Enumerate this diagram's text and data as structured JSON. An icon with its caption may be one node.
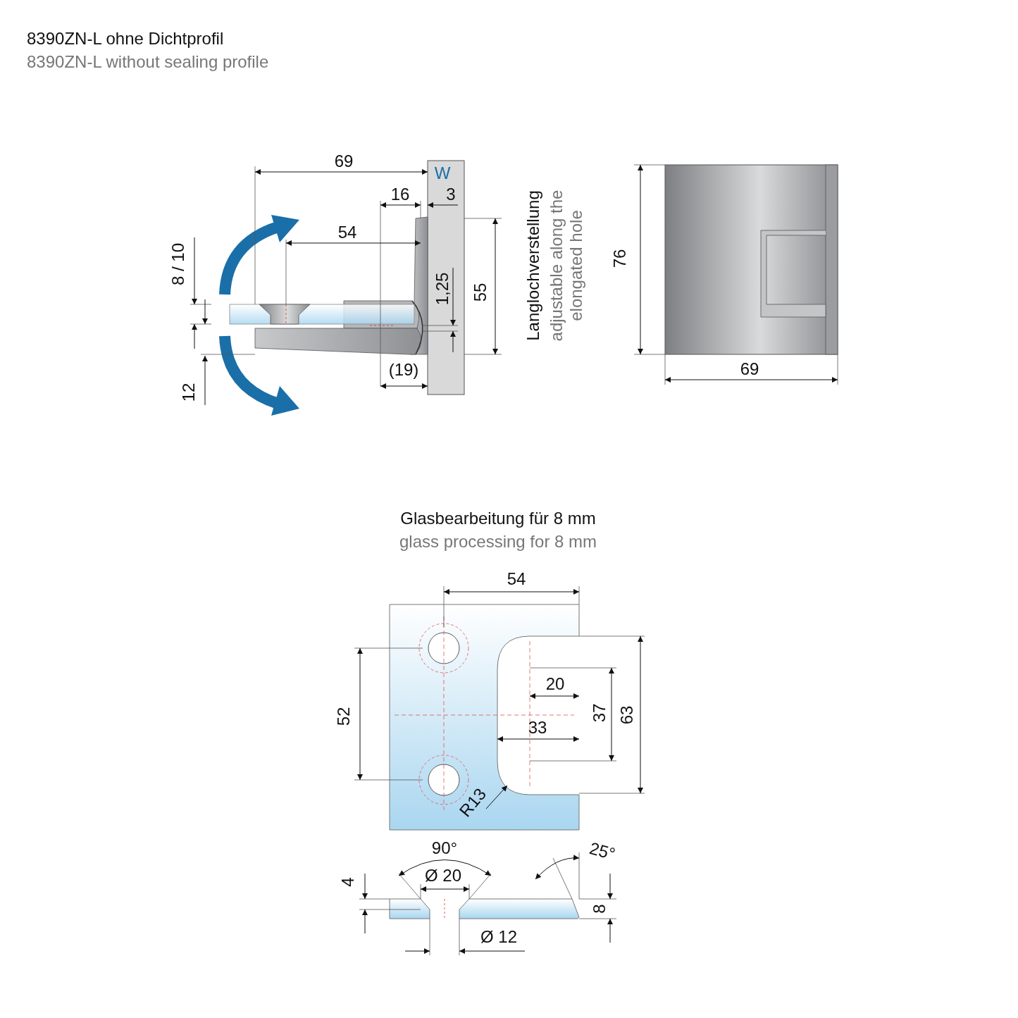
{
  "diagram": {
    "labels": [
      "8390ZN-L ohne Dichtprofil",
      "8390ZN-L without sealing profile",
      "69",
      "W",
      "16",
      "3",
      "54",
      "8 / 10",
      "1,25",
      "55",
      "Langlochverstellung",
      "adjustable along the elongated hole",
      "76",
      "12",
      "(19)",
      "69",
      "Glasbearbeitung für 8 mm",
      "glass processing for 8 mm",
      "54",
      "20",
      "52",
      "37",
      "63",
      "33",
      "R13",
      "90°",
      "25°",
      "Ø 20",
      "4",
      "8",
      "Ø 12"
    ]
  }
}
